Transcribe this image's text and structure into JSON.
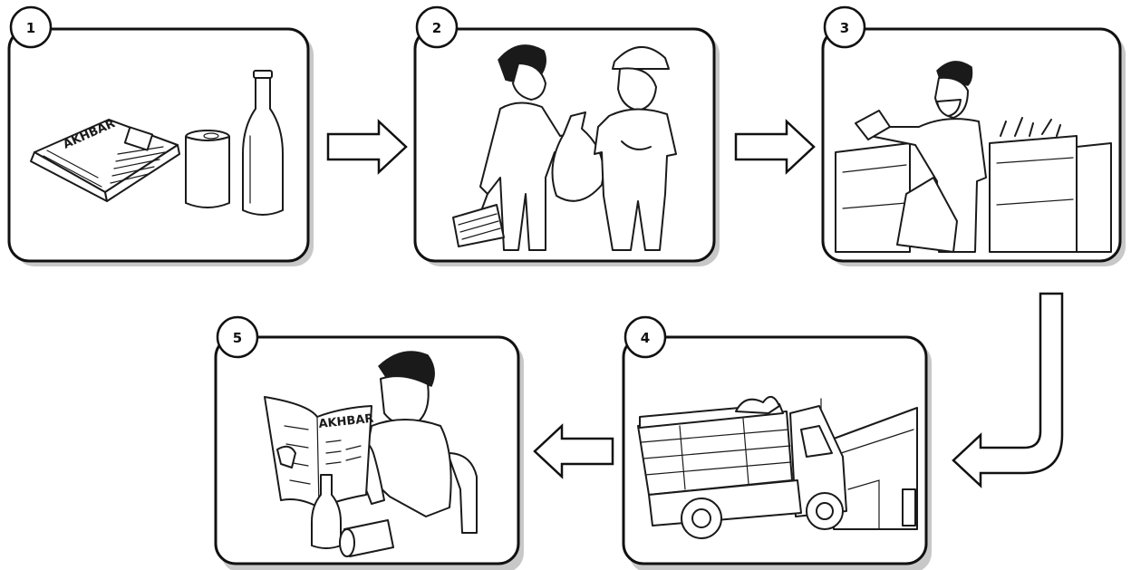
{
  "steps": [
    {
      "number": "1",
      "newspaper_label": "AKHBAR"
    },
    {
      "number": "2"
    },
    {
      "number": "3"
    },
    {
      "number": "4"
    },
    {
      "number": "5",
      "newspaper_label": "AKHBAR"
    }
  ],
  "colors": {
    "ink": "#111111",
    "panel_fill": "#ffffff",
    "shadow": "#9a9a9a"
  }
}
